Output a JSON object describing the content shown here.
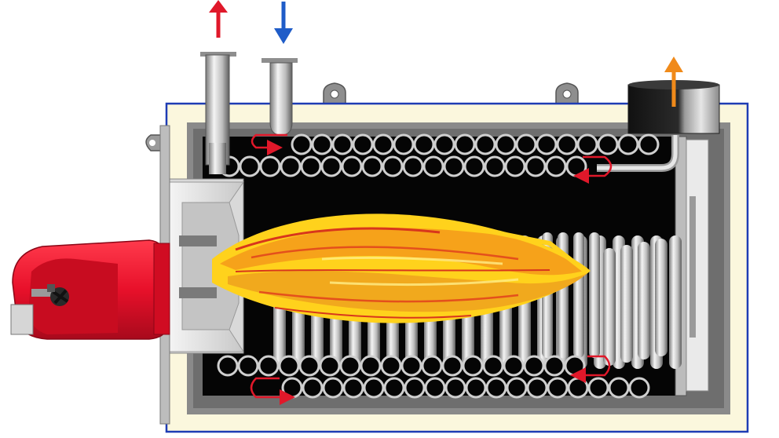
{
  "diagram": {
    "kind": "boiler-cutaway",
    "colors": {
      "background": "#ffffff",
      "casing": "#fbf7dd",
      "casing_edge": "#1e3cb4",
      "interior": "#050505",
      "steel_light": "#f2f2f2",
      "steel_mid": "#bcbcbc",
      "steel_dark": "#6e6e6e",
      "burner_red": "#e8102a",
      "burner_red_dark": "#a80a1c",
      "flame_yellow": "#ffd21c",
      "flame_orange": "#f59a1a",
      "flame_red": "#d8361c",
      "hot_water_arrow": "#e0182a",
      "return_water_arrow": "#1f5cc8",
      "flue_gas_arrow": "#f08a1a",
      "flow_arrow": "#e0182a"
    },
    "flows": [
      {
        "id": "hot-water-outlet",
        "direction": "up",
        "color_key": "hot_water_arrow"
      },
      {
        "id": "cold-water-return",
        "direction": "down",
        "color_key": "return_water_arrow"
      },
      {
        "id": "flue-gas-exit",
        "direction": "up",
        "color_key": "flue_gas_arrow"
      }
    ],
    "gas_passes": [
      {
        "id": "lower-turnaround-front",
        "direction": "right"
      },
      {
        "id": "lower-turnaround-rear",
        "direction": "left"
      },
      {
        "id": "upper-turnaround-rear",
        "direction": "right"
      },
      {
        "id": "upper-turnaround-front",
        "direction": "left"
      }
    ],
    "icons": [
      "burner-icon",
      "flame-icon",
      "fire-tube-bank-icon",
      "chimney-icon",
      "lifting-lug-icon"
    ]
  }
}
